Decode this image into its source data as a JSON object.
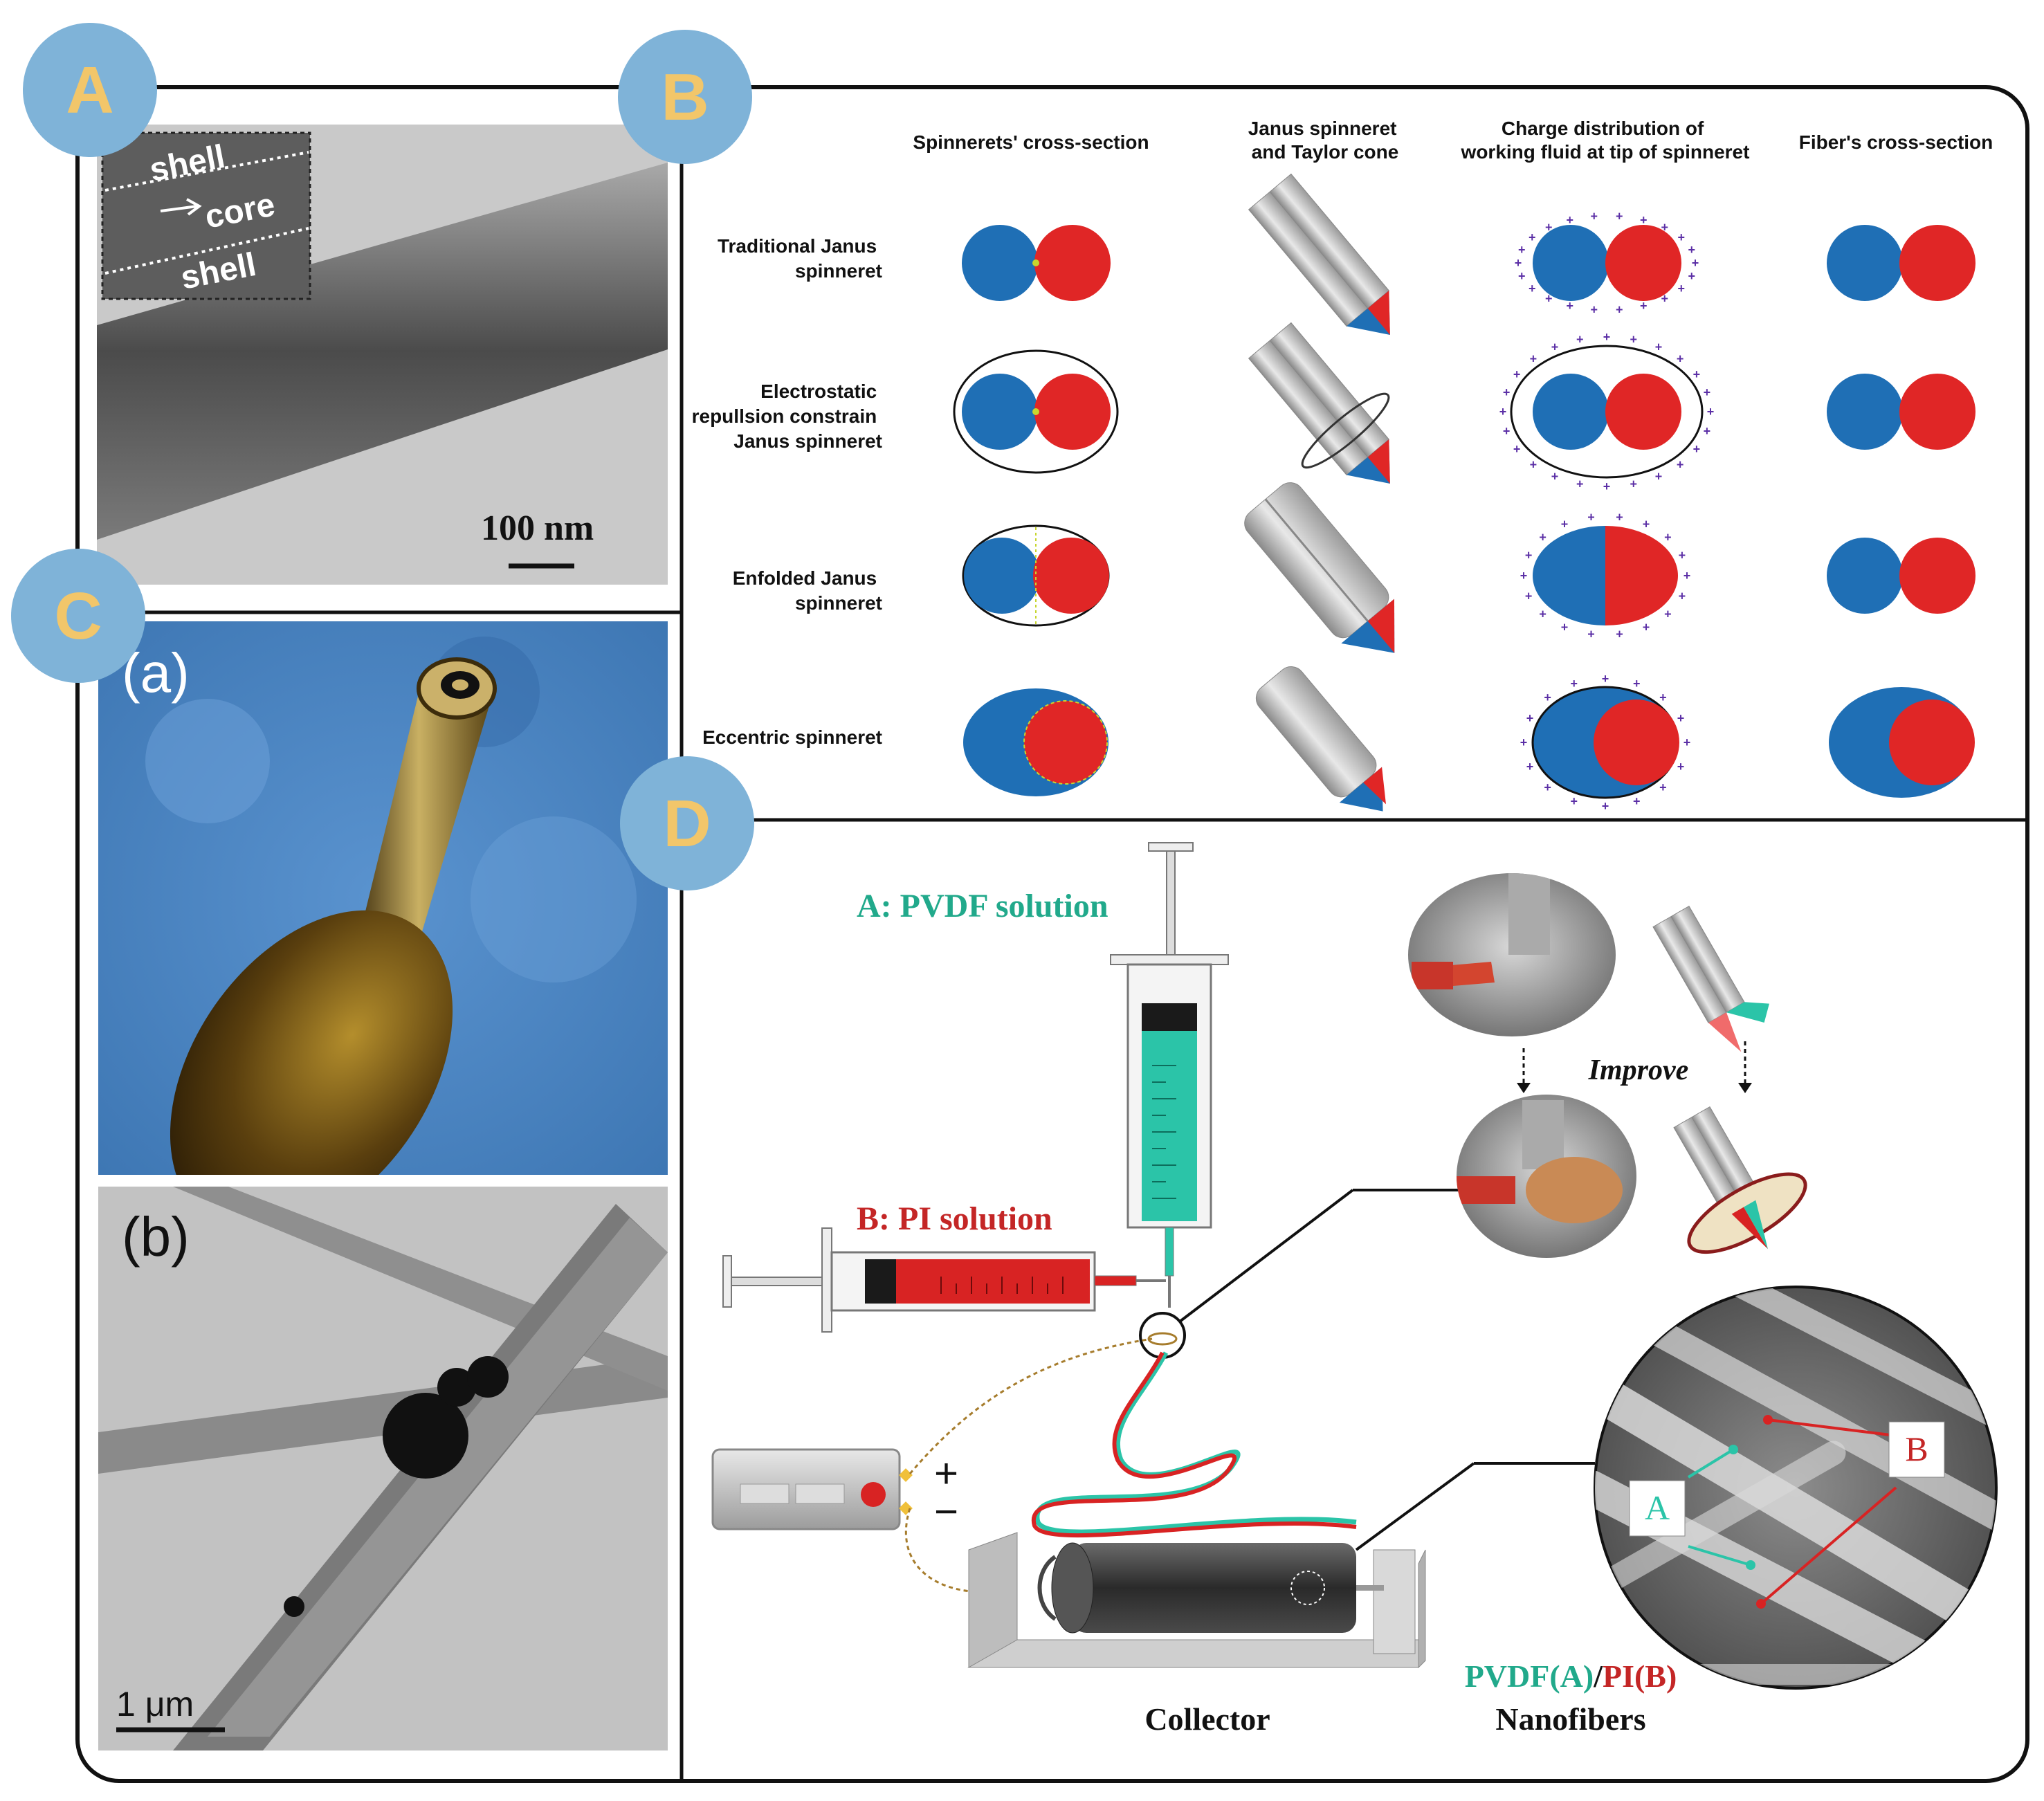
{
  "panels": {
    "A": {
      "badge": "A",
      "inset_labels": [
        "shell",
        "core",
        "shell"
      ],
      "scalebar": "100 nm"
    },
    "B": {
      "badge": "B",
      "column_headers": [
        "Spinnerets' cross-section",
        "Janus spinneret\nand Taylor cone",
        "Charge distribution of\nworking fluid at tip of spinneret",
        "Fiber's cross-section"
      ],
      "row_labels": [
        "Traditional Janus\nspinneret",
        "Electrostatic\nrepullsion constrain\nJanus spinneret",
        "Enfolded Janus\nspinneret",
        "Eccentric spinneret"
      ]
    },
    "C": {
      "badge": "C",
      "sublabels": [
        "(a)",
        "(b)"
      ],
      "scalebar": "1  μm"
    },
    "D": {
      "badge": "D",
      "syringe_a": "A: PVDF solution",
      "syringe_b": "B: PI solution",
      "improve": "Improve",
      "plus": "+",
      "minus": "−",
      "collector": "Collector",
      "fiber_label_a": "A",
      "fiber_label_b": "B",
      "product_a": "PVDF(A)",
      "product_sep": "/",
      "product_b": "PI(B)",
      "product_suffix": "Nanofibers"
    }
  },
  "colors": {
    "badge_fill": "#7fb3d8",
    "badge_text": "#f2c66a",
    "blue": "#1f6fb5",
    "red": "#e02626",
    "teal": "#29b89a",
    "dark_red": "#b71c1c",
    "em_bg": "#bcbcbc",
    "photo_bg": "#4a86c4"
  }
}
